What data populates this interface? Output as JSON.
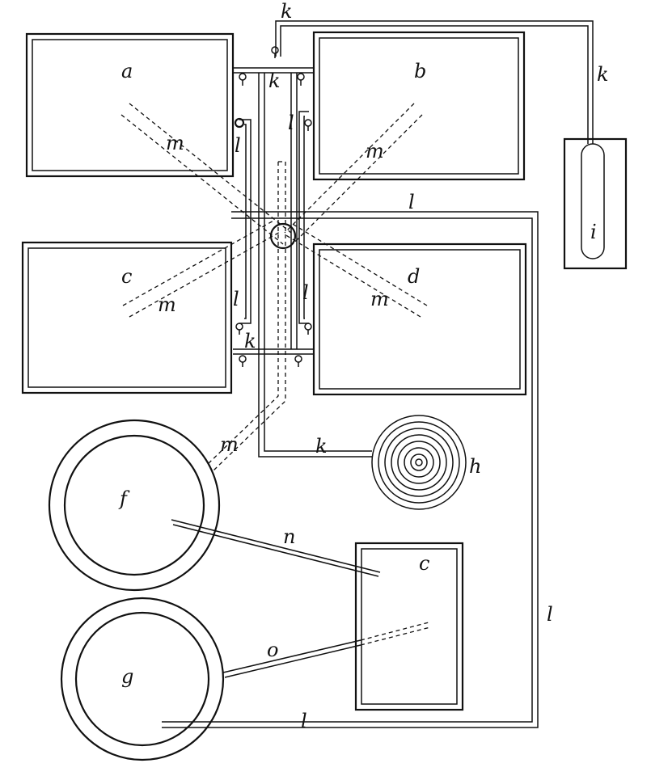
{
  "labels": {
    "tank_a": "a",
    "tank_b": "b",
    "tank_c": "c",
    "tank_d": "d",
    "vessel_c_lower": "c",
    "disc_f": "f",
    "disc_g": "g",
    "coil_h": "h",
    "tube_i": "i",
    "pipe_k": "k",
    "pipe_l": "l",
    "pipe_m": "m",
    "pipe_n": "n",
    "pipe_o": "o"
  }
}
